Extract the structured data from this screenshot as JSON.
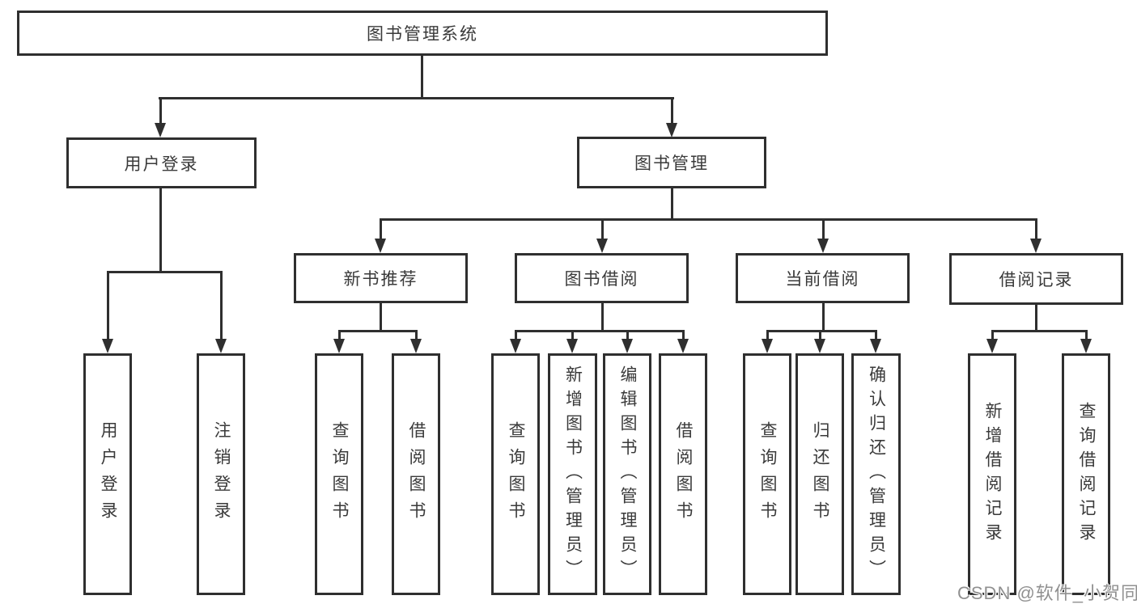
{
  "diagram": {
    "title": "图书管理系统",
    "level2": [
      {
        "label": "用户登录"
      },
      {
        "label": "图书管理"
      }
    ],
    "level3": [
      {
        "label": "新书推荐"
      },
      {
        "label": "图书借阅"
      },
      {
        "label": "当前借阅"
      },
      {
        "label": "借阅记录"
      }
    ],
    "leaves": [
      {
        "label": "用户登录"
      },
      {
        "label": "注销登录"
      },
      {
        "label": "查询图书"
      },
      {
        "label": "借阅图书"
      },
      {
        "label": "查询图书"
      },
      {
        "label": "新增图书（管理员）"
      },
      {
        "label": "编辑图书（管理员）"
      },
      {
        "label": "借阅图书"
      },
      {
        "label": "查询图书"
      },
      {
        "label": "归还图书"
      },
      {
        "label": "确认归还（管理员）"
      },
      {
        "label": "新增借阅记录"
      },
      {
        "label": "查询借阅记录"
      }
    ],
    "colors": {
      "line": "#2f2f2f",
      "text": "#3a3a3a",
      "background": "#ffffff"
    }
  },
  "watermark": {
    "text": "CSDN @软件_小贺同学",
    "color": "#909090"
  }
}
